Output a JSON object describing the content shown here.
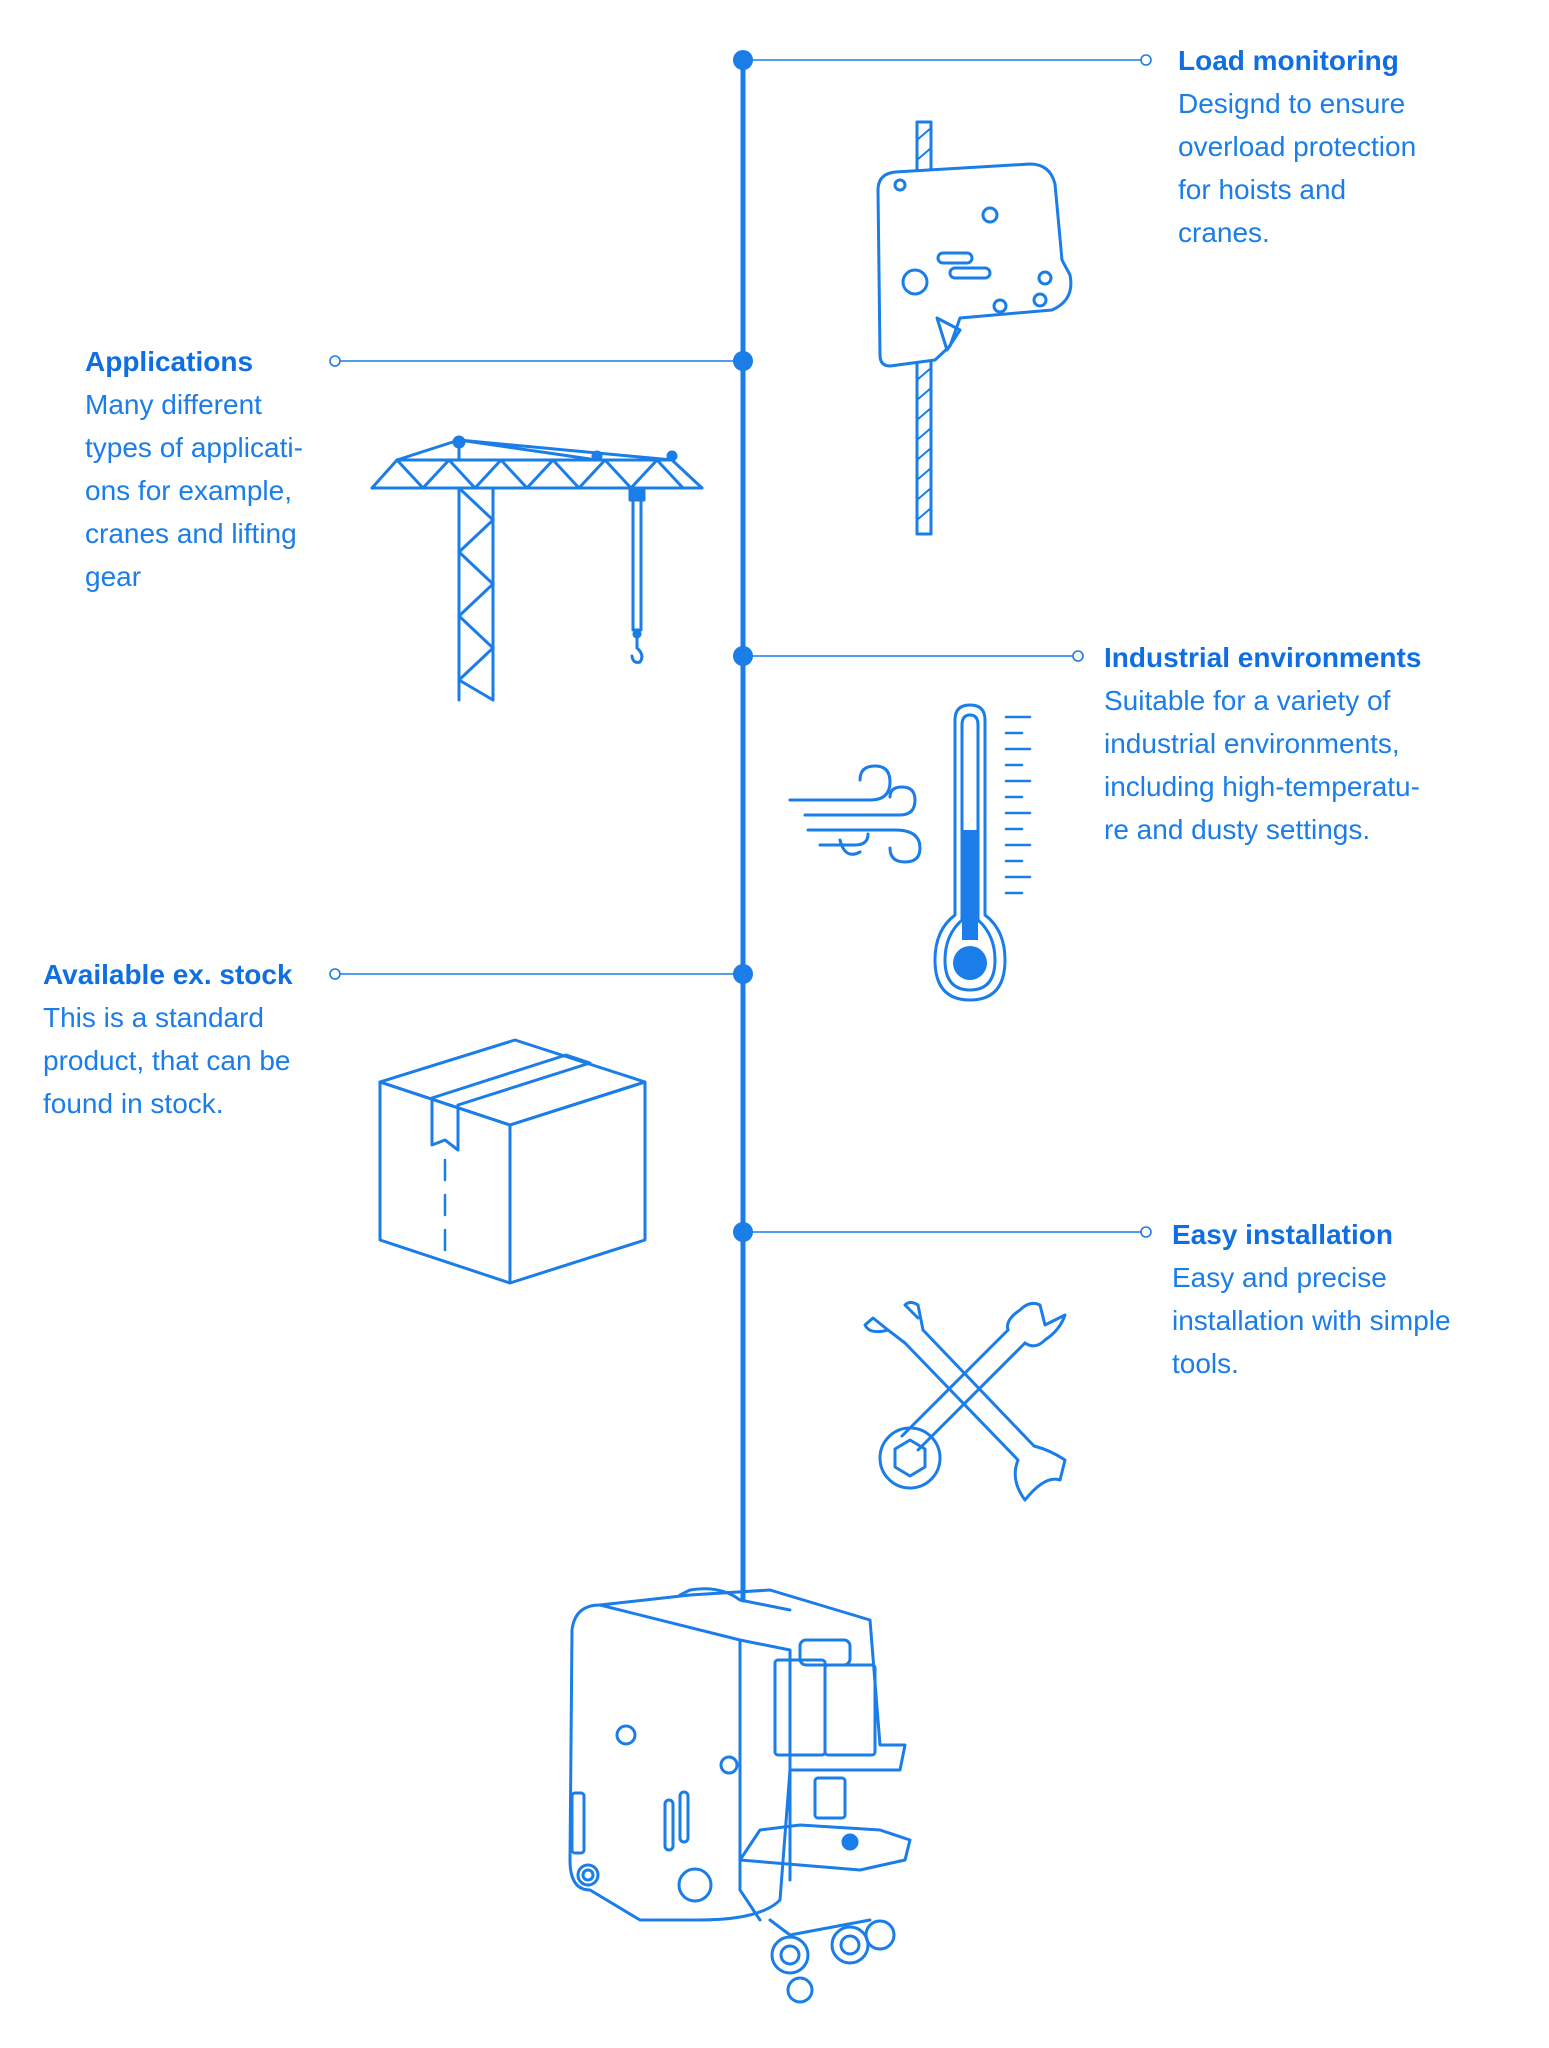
{
  "colors": {
    "primary": "#1a7de8",
    "dark": "#0f6fe0",
    "background": "#ffffff"
  },
  "features": [
    {
      "id": "load",
      "title": "Load monitoring",
      "lines": [
        "Designd to ensure",
        "overload protection",
        "for hoists and",
        "cranes."
      ],
      "icon": "load-sensor-icon"
    },
    {
      "id": "applications",
      "title": "Applications",
      "lines": [
        "Many different",
        "types of applicati-",
        "ons for example,",
        "cranes and lifting",
        "gear"
      ],
      "icon": "crane-icon"
    },
    {
      "id": "industrial",
      "title": "Industrial environments",
      "lines": [
        "Suitable for a variety of",
        "industrial environments,",
        "including high-temperatu-",
        "re and dusty settings."
      ],
      "icon": "thermometer-icon"
    },
    {
      "id": "stock",
      "title": "Available ex. stock",
      "lines": [
        "This is a standard",
        "product, that can be",
        "found in stock."
      ],
      "icon": "box-icon"
    },
    {
      "id": "install",
      "title": "Easy installation",
      "lines": [
        "Easy and precise",
        "installation with simple",
        "tools."
      ],
      "icon": "wrench-icon"
    }
  ],
  "product_icon": "load-monitor-device-icon"
}
